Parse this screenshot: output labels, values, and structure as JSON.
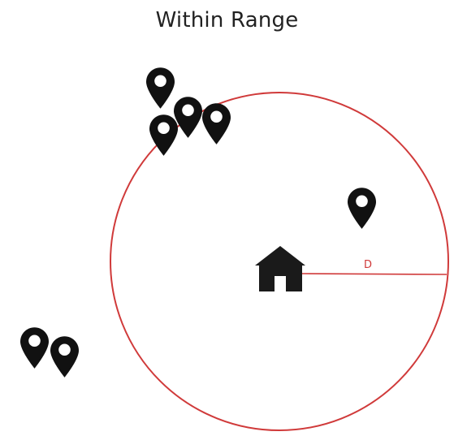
{
  "title": "Within Range",
  "distance_label": "D",
  "colors": {
    "range_circle": "#d03a3a",
    "icon": "#111111",
    "house": "#1a1a1a",
    "title": "#222222",
    "background": "#ffffff"
  },
  "icons": {
    "center": "house-icon",
    "marker": "map-pin-icon"
  },
  "markers": [
    {
      "id": "pin-1",
      "within_range": false
    },
    {
      "id": "pin-2",
      "within_range": true
    },
    {
      "id": "pin-3",
      "within_range": true
    },
    {
      "id": "pin-4",
      "within_range": true
    },
    {
      "id": "pin-5",
      "within_range": true
    },
    {
      "id": "pin-6",
      "within_range": false
    },
    {
      "id": "pin-7",
      "within_range": false
    }
  ]
}
